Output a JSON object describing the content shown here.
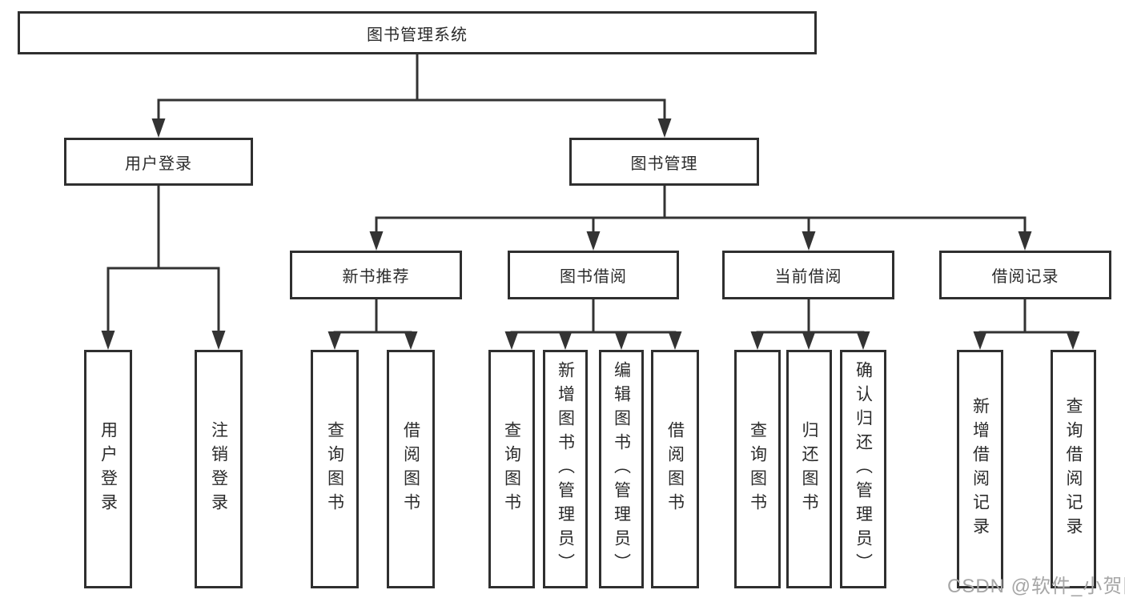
{
  "diagram": {
    "title": "图书管理系统",
    "root": {
      "label": "图书管理系统"
    },
    "level2": [
      {
        "label": "用户登录"
      },
      {
        "label": "图书管理"
      }
    ],
    "level3": [
      {
        "label": "新书推荐",
        "parent": "图书管理"
      },
      {
        "label": "图书借阅",
        "parent": "图书管理"
      },
      {
        "label": "当前借阅",
        "parent": "图书管理"
      },
      {
        "label": "借阅记录",
        "parent": "图书管理"
      }
    ],
    "leaves": [
      {
        "label": "用户登录",
        "parent": "用户登录"
      },
      {
        "label": "注销登录",
        "parent": "用户登录"
      },
      {
        "label": "查询图书",
        "parent": "新书推荐"
      },
      {
        "label": "借阅图书",
        "parent": "新书推荐"
      },
      {
        "label": "查询图书",
        "parent": "图书借阅"
      },
      {
        "label": "新增图书（管理员）",
        "parent": "图书借阅"
      },
      {
        "label": "编辑图书（管理员）",
        "parent": "图书借阅"
      },
      {
        "label": "借阅图书",
        "parent": "图书借阅"
      },
      {
        "label": "查询图书",
        "parent": "当前借阅"
      },
      {
        "label": "归还图书",
        "parent": "当前借阅"
      },
      {
        "label": "确认归还（管理员）",
        "parent": "当前借阅"
      },
      {
        "label": "新增借阅记录",
        "parent": "借阅记录"
      },
      {
        "label": "查询借阅记录",
        "parent": "借阅记录"
      }
    ]
  },
  "watermark": {
    "text": "CSDN @软件_小贺同学",
    "color": "#a6a6a6"
  },
  "colors": {
    "line": "#333333",
    "box_border": "#2f2f2f",
    "box_fill": "#ffffff",
    "text": "#2b2b2b",
    "background": "#ffffff"
  }
}
